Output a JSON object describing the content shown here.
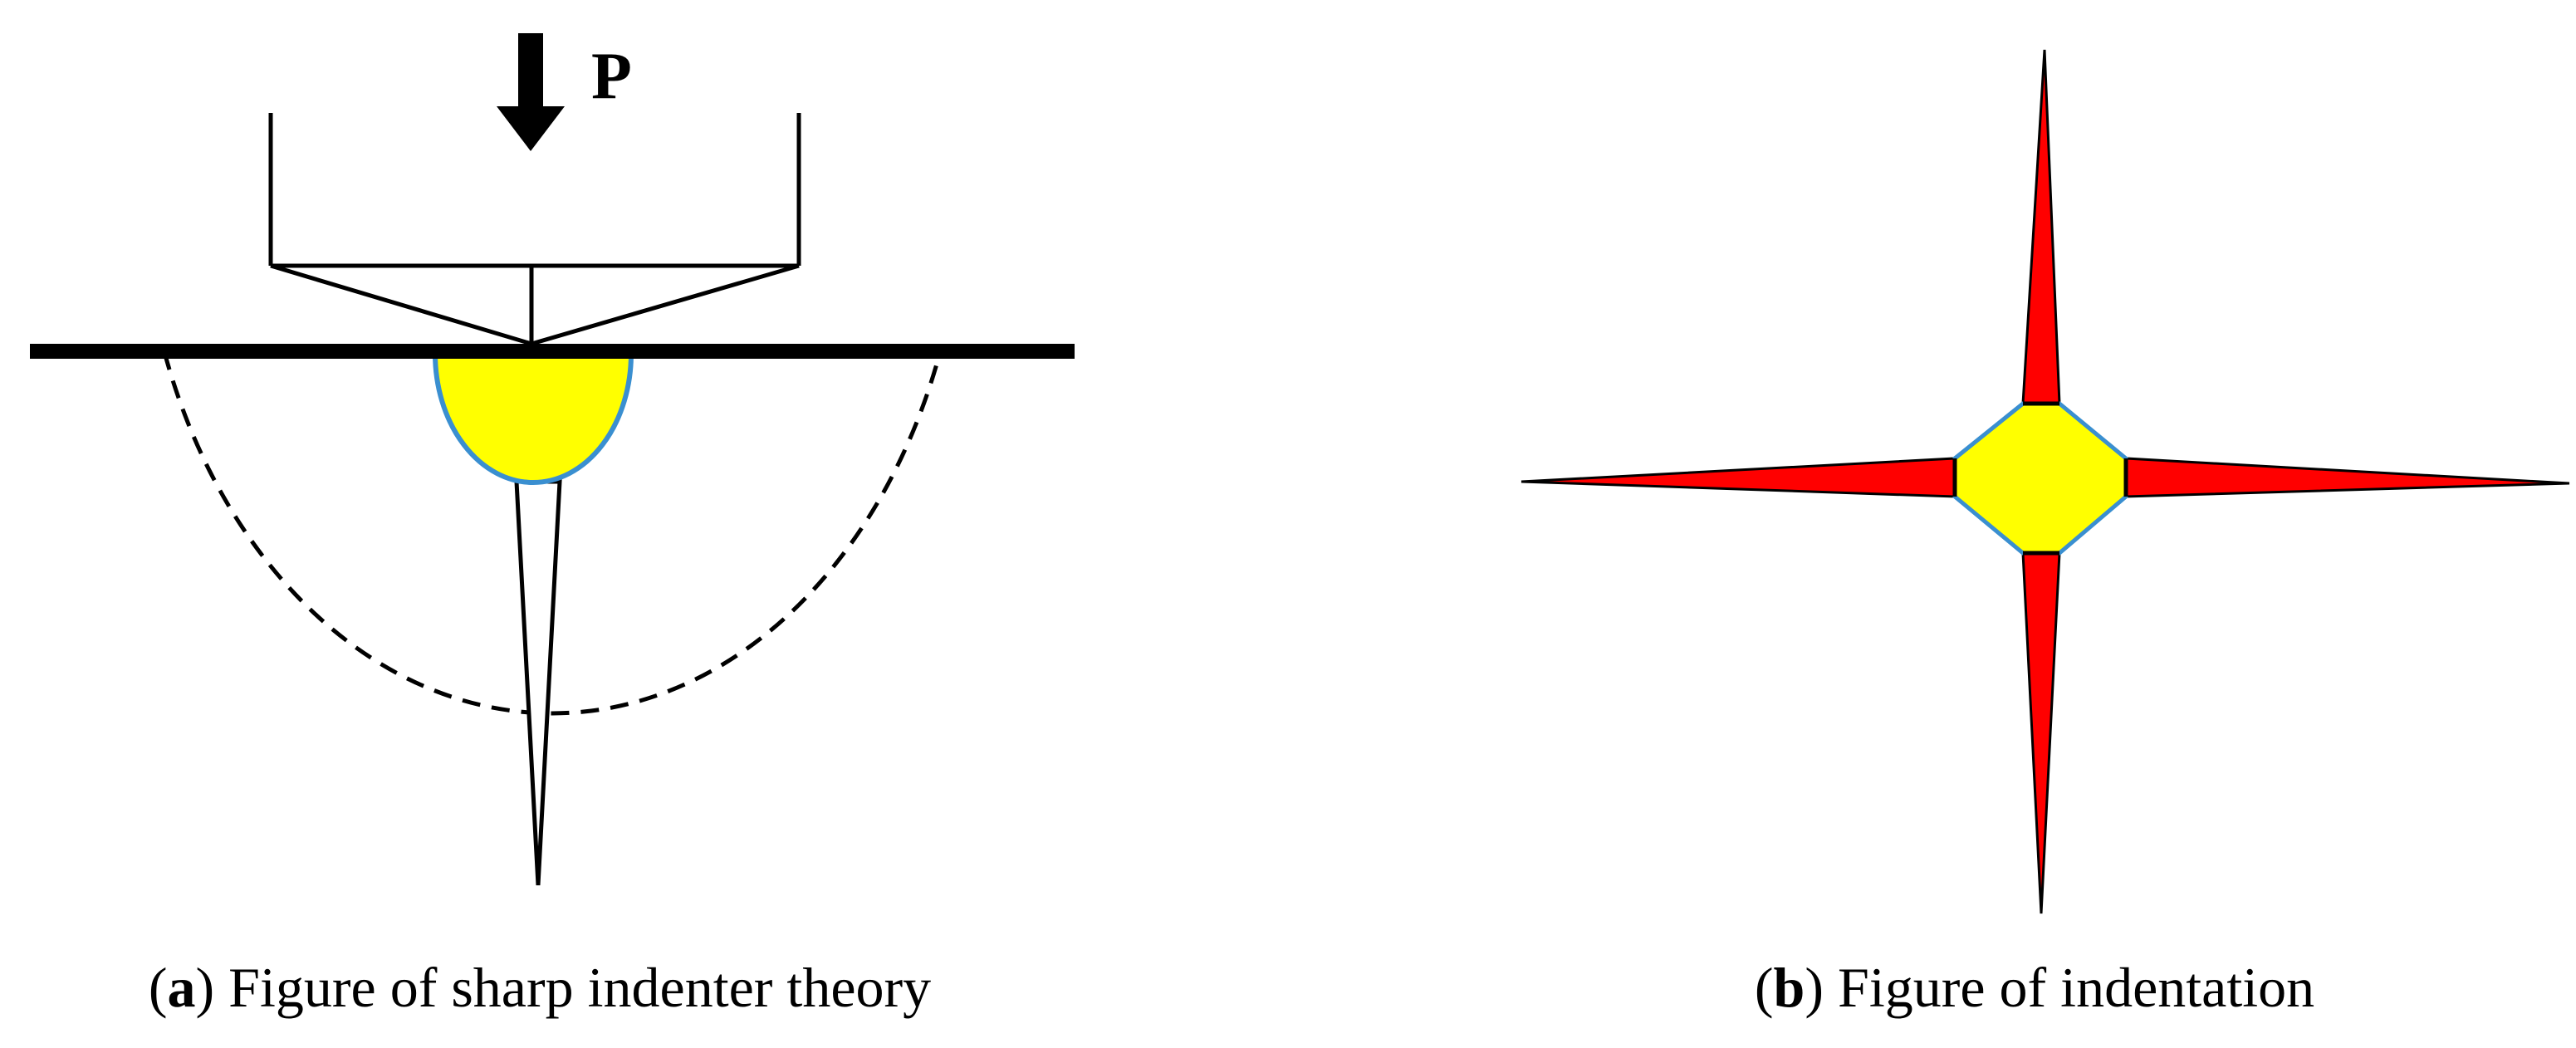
{
  "panel_a": {
    "load_label": "P",
    "caption": {
      "open": "(",
      "letter": "a",
      "close": ")",
      "text": " Figure of sharp indenter theory"
    }
  },
  "panel_b": {
    "caption": {
      "open": "(",
      "letter": "b",
      "close": ")",
      "text": " Figure of indentation"
    }
  },
  "colors": {
    "plastic_zone_fill": "#ffff00",
    "plastic_zone_outline": "#3a8fd0",
    "crack_fill": "#ff0000",
    "line": "#000000"
  }
}
